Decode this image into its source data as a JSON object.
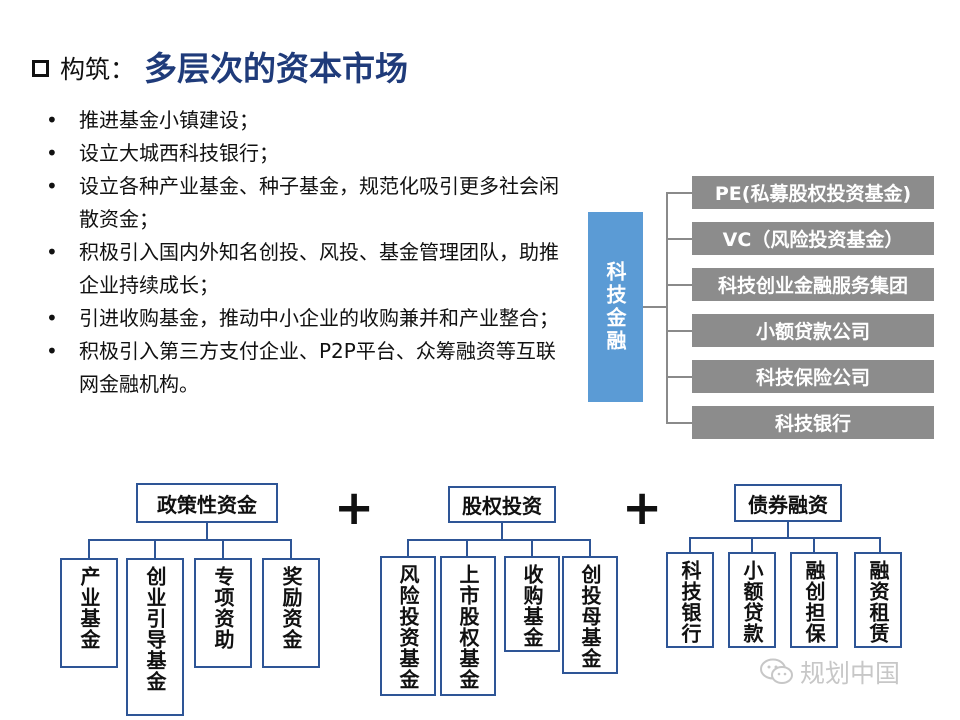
{
  "title": {
    "prefix": "构筑：",
    "main": "多层次的资本市场"
  },
  "bullets": [
    "推进基金小镇建设；",
    "设立大城西科技银行；",
    "设立各种产业基金、种子基金，规范化吸引更多社会闲散资金；",
    "积极引入国内外知名创投、风投、基金管理团队，助推企业持续成长；",
    "引进收购基金，推动中小企业的收购兼并和产业整合；",
    "积极引入第三方支付企业、P2P平台、众筹融资等互联网金融机构。"
  ],
  "fintech": {
    "label": "科技金融",
    "items": [
      "PE(私募股权投资基金)",
      "VC（风险投资基金）",
      "科技创业金融服务集团",
      "小额贷款公司",
      "科技保险公司",
      "科技银行"
    ]
  },
  "trees": [
    {
      "root": "政策性资金",
      "leaves": [
        "产业基金",
        "创业引导基金",
        "专项资助",
        "奖励资金"
      ]
    },
    {
      "root": "股权投资",
      "leaves": [
        "风险投资基金",
        "上市股权基金",
        "收购基金",
        "创投母基金"
      ]
    },
    {
      "root": "债券融资",
      "leaves": [
        "科技银行",
        "小额贷款",
        "融创担保",
        "融资租赁"
      ]
    }
  ],
  "plus_sign": "+",
  "watermark": "规划中国",
  "colors": {
    "title_blue": "#1f3b7a",
    "fintech_blue": "#5b9bd5",
    "item_gray": "#8c8c8c",
    "tree_border": "#2e5596"
  }
}
